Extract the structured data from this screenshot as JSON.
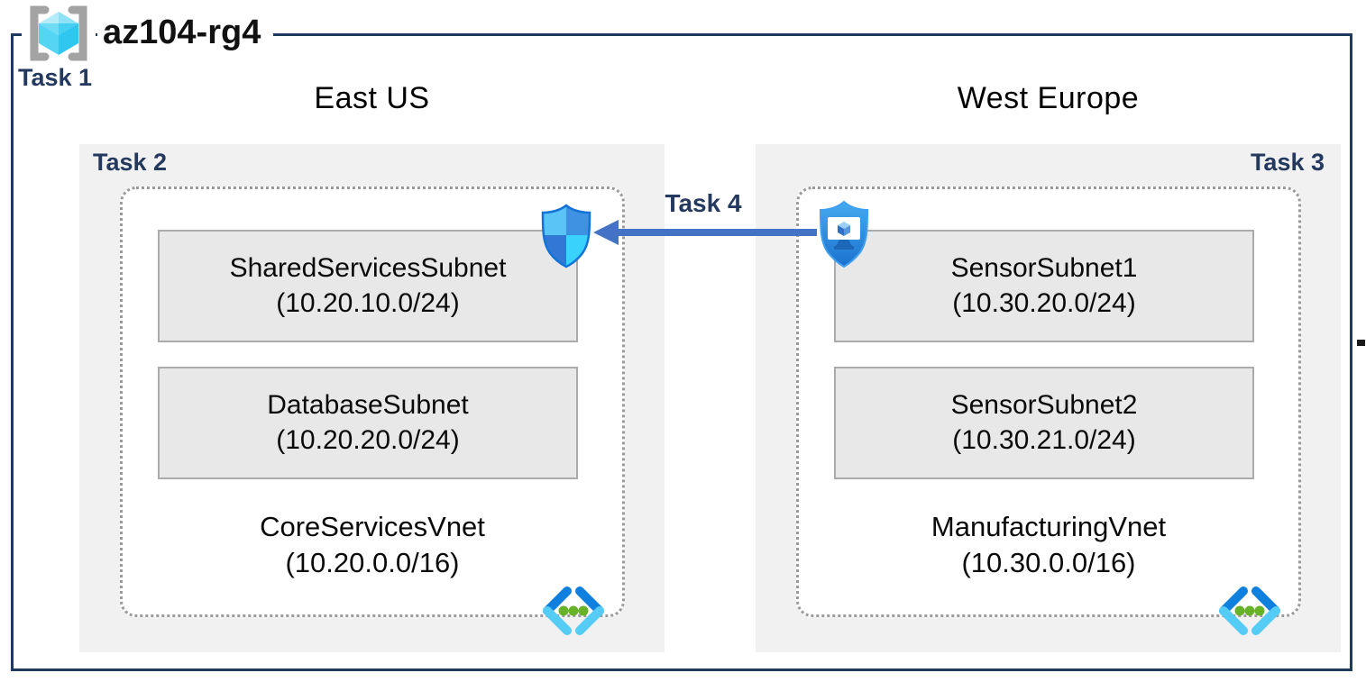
{
  "resource_group": {
    "name": "az104-rg4",
    "task": "Task 1"
  },
  "regions": [
    {
      "name": "East US",
      "task": "Task 2",
      "vnet": {
        "name": "CoreServicesVnet",
        "address_space": "(10.20.0.0/16)",
        "subnets": [
          {
            "name": "SharedServicesSubnet",
            "cidr": "(10.20.10.0/24)"
          },
          {
            "name": "DatabaseSubnet",
            "cidr": "(10.20.20.0/24)"
          }
        ]
      }
    },
    {
      "name": "West Europe",
      "task": "Task 3",
      "vnet": {
        "name": "ManufacturingVnet",
        "address_space": "(10.30.0.0/16)",
        "subnets": [
          {
            "name": "SensorSubnet1",
            "cidr": "(10.30.20.0/24)"
          },
          {
            "name": "SensorSubnet2",
            "cidr": "(10.30.21.0/24)"
          }
        ]
      }
    }
  ],
  "peering": {
    "task": "Task 4"
  },
  "icons": {
    "resource_group": "resource-group-icon",
    "network_security": "nsg-shield-icon",
    "bastion": "bastion-shield-icon",
    "virtual_network": "virtual-network-icon",
    "arrow": "peering-arrow-left"
  },
  "colors": {
    "boundary_navy": "#1E3A5F",
    "task_label_navy": "#24395E",
    "region_fill": "#F1F1F1",
    "subnet_fill": "#E8E8E8",
    "subnet_border": "#ABABAB",
    "dashed_border": "#9A9A9A",
    "arrow_blue": "#4472C4",
    "vnet_icon_blue": "#1080DF",
    "vnet_icon_cyan": "#54CCF5",
    "vnet_icon_green": "#68B22A"
  }
}
